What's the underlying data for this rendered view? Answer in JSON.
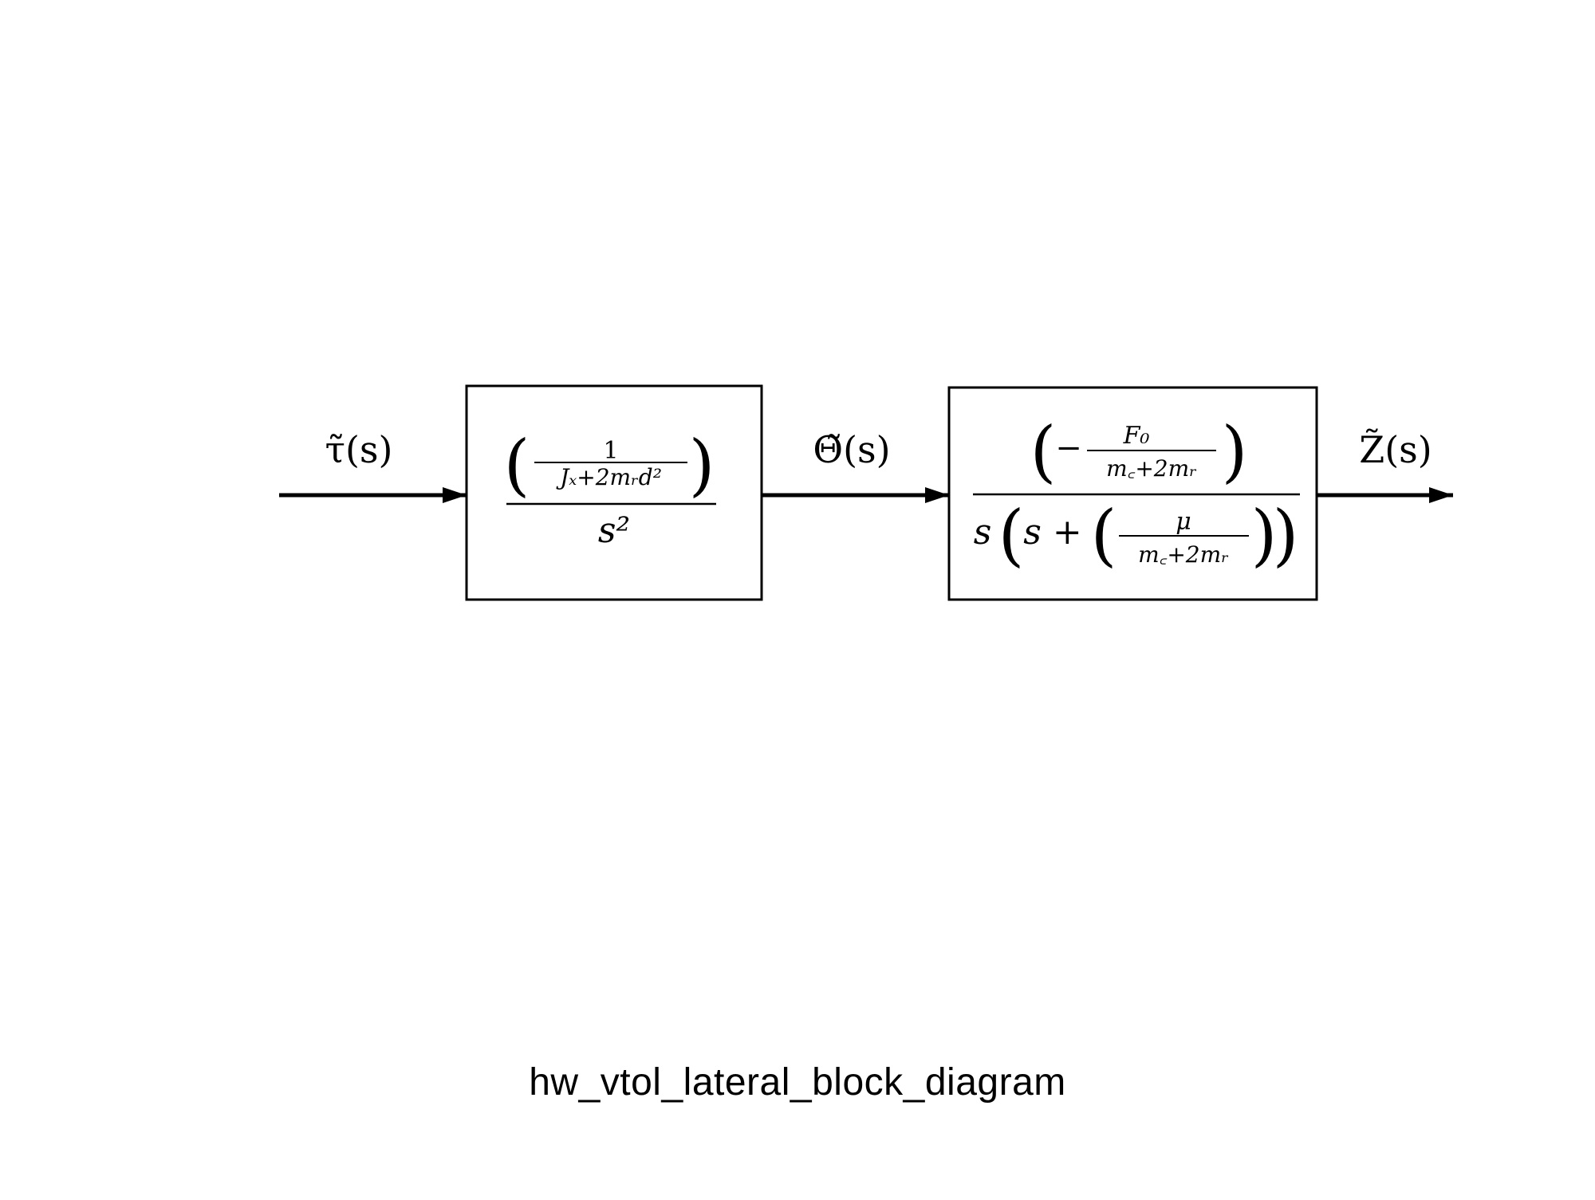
{
  "diagram": {
    "signals": {
      "input": "τ̃(s)",
      "intermediate": "Θ̃(s)",
      "output": "Z̃(s)"
    },
    "blocks": [
      {
        "num_num": "1",
        "num_den": "Jₓ+2mᵣd²",
        "den": "s²"
      },
      {
        "num_sign": "−",
        "num_num": "F₀",
        "num_den": "m꜀+2mᵣ",
        "den_prefix": "s",
        "den_inner": "s +",
        "den_num": "μ",
        "den_den": "m꜀+2mᵣ"
      }
    ],
    "colors": {
      "line": "#000000",
      "background": "#ffffff"
    }
  },
  "caption": "hw_vtol_lateral_block_diagram"
}
